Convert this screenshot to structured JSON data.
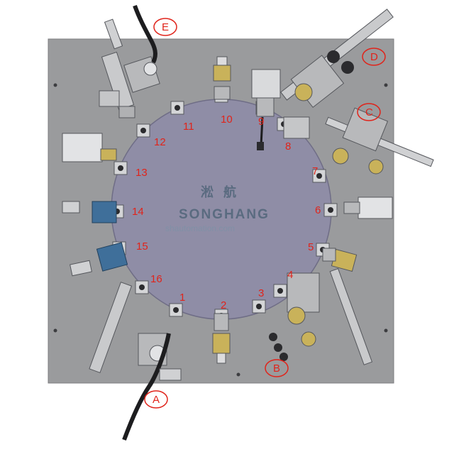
{
  "colors": {
    "plate": "#9a9b9d",
    "plate_edge": "#7c7d80",
    "dial": "#8f8da6",
    "dial_edge": "#6f6d86",
    "station_label": "#e0241b",
    "brand": "#5a6b80",
    "module_blue": "#3f6f9a",
    "metal_light": "#d9dadc",
    "metal_dark": "#55575c",
    "brass": "#c9b25a"
  },
  "brand": {
    "chinese": "淞航",
    "english": "SONGHANG",
    "url": "shautomation.com"
  },
  "stations": [
    "1",
    "2",
    "3",
    "4",
    "5",
    "6",
    "7",
    "8",
    "9",
    "10",
    "11",
    "12",
    "13",
    "14",
    "15",
    "16"
  ],
  "callouts": [
    "A",
    "B",
    "C",
    "D",
    "E"
  ]
}
